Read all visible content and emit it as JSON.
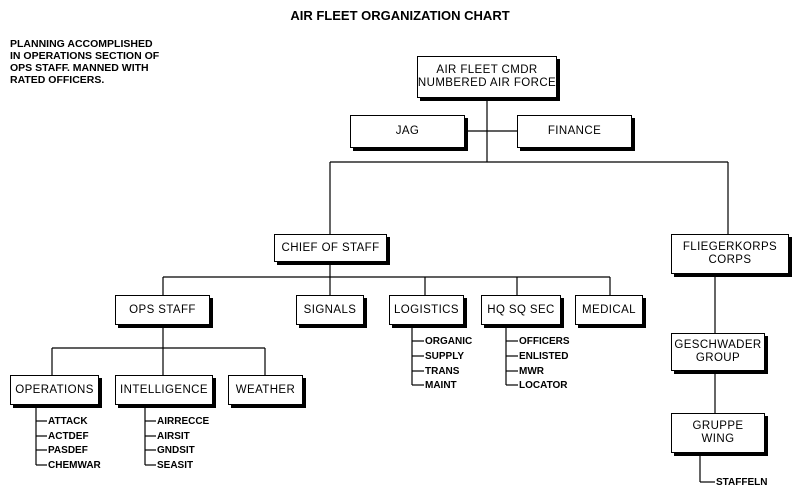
{
  "title": "AIR FLEET ORGANIZATION CHART",
  "note": [
    "PLANNING ACCOMPLISHED",
    "IN OPERATIONS SECTION OF",
    "OPS STAFF. MANNED WITH",
    "RATED OFFICERS."
  ],
  "nodes": {
    "air_fleet_cmdr": [
      "AIR FLEET CMDR",
      "NUMBERED AIR FORCE"
    ],
    "jag": "JAG",
    "finance": "FINANCE",
    "chief_of_staff": "CHIEF OF STAFF",
    "fliegerkorps": [
      "FLIEGERKORPS",
      "CORPS"
    ],
    "ops_staff": "OPS STAFF",
    "signals": "SIGNALS",
    "logistics": "LOGISTICS",
    "hq_sq_sec": "HQ SQ SEC",
    "medical": "MEDICAL",
    "operations": "OPERATIONS",
    "intelligence": "INTELLIGENCE",
    "weather": "WEATHER",
    "geschwader": [
      "GESCHWADER",
      "GROUP"
    ],
    "gruppe": [
      "GRUPPE",
      "WING"
    ]
  },
  "sub_items": {
    "logistics": [
      "ORGANIC",
      "SUPPLY",
      "TRANS",
      "MAINT"
    ],
    "hq_sq_sec": [
      "OFFICERS",
      "ENLISTED",
      "MWR",
      "LOCATOR"
    ],
    "operations": [
      "ATTACK",
      "ACTDEF",
      "PASDEF",
      "CHEMWAR"
    ],
    "intelligence": [
      "AIRRECCE",
      "AIRSIT",
      "GNDSIT",
      "SEASIT"
    ],
    "gruppe": [
      "STAFFELN"
    ]
  }
}
